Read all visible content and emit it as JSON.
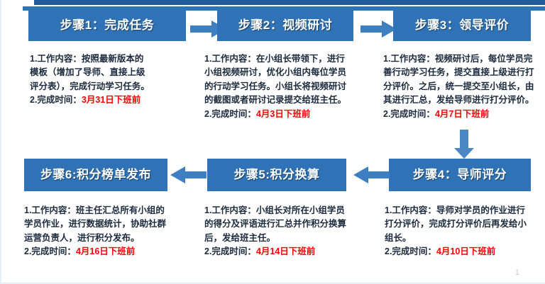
{
  "slide": {
    "page_number": "1",
    "accent_color": "#2f72b5",
    "due_color": "#ff0000",
    "topbar_dark_color": "#1f5c99",
    "topbar_mid_color": "#2e75b6"
  },
  "steps": [
    {
      "id": "step1",
      "title": "步骤1：完成任务",
      "lines": [
        "1.工作内容：按照最新版本的",
        "模板（增加了导师、直接上级",
        "评分表），完成行动学习任务。"
      ],
      "due_label": "2.完成时间：",
      "due_value": "3月31日下班前"
    },
    {
      "id": "step2",
      "title": "步骤2：视频研讨",
      "lines": [
        "1.工作内容：在小组长带领下，进行",
        "小组视频研讨，优化小组内每位学员",
        "的行动学习任务。小组长将视频研讨",
        "的截图或者研讨记录提交给班主任。"
      ],
      "due_label": "2.完成时间：",
      "due_value": "4月3日下班前"
    },
    {
      "id": "step3",
      "title": "步骤3：领导评价",
      "lines": [
        "1.工作内容：视频研讨后，每位学员完",
        "善行动学习任务，提交直接上级进行打",
        "分评价。之后，统一提交至小组长，由",
        "其进行汇总，发给导师进行打分评价。"
      ],
      "due_label": "2.完成时间：",
      "due_value": "4月7日下班前"
    },
    {
      "id": "step4",
      "title": "步骤4：导师评分",
      "lines": [
        "1.工作内容：导师对学员的作业进行",
        "打分评价，完成打分评价后再发给小",
        "组长。"
      ],
      "due_label": "2.完成时间：",
      "due_value": "4月10日下班前"
    },
    {
      "id": "step5",
      "title": "步骤5:积分换算",
      "lines": [
        "1.工作内容：小组长对所在小组学员",
        "的得分及评语进行汇总并作积分换算",
        "后，发给班主任。"
      ],
      "due_label": "2.完成时间：",
      "due_value": "4月14日下班前"
    },
    {
      "id": "step6",
      "title": "步骤6:积分榜单发布",
      "lines": [
        "1.工作内容：班主任汇总所有小组的",
        "学员作业，进行数据统计，协助社群",
        "运营负责人，进行积分发布。"
      ],
      "due_label": "2.完成时间：",
      "due_value": "4月16日下班前"
    }
  ],
  "arrows": [
    {
      "id": "arrow-1-to-2",
      "direction": "right"
    },
    {
      "id": "arrow-2-to-3",
      "direction": "right"
    },
    {
      "id": "arrow-3-to-4",
      "direction": "down"
    },
    {
      "id": "arrow-4-to-5",
      "direction": "left"
    },
    {
      "id": "arrow-5-to-6",
      "direction": "left"
    }
  ]
}
